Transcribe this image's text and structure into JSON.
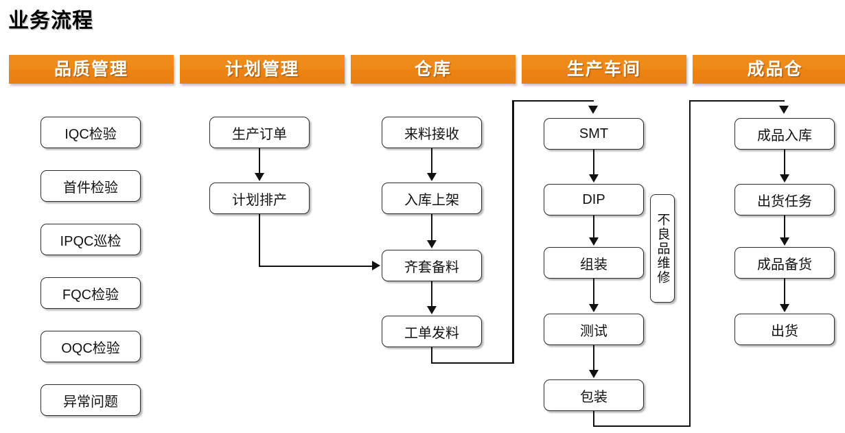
{
  "page": {
    "title": "业务流程"
  },
  "columns": [
    {
      "id": "quality",
      "header": "品质管理",
      "nodes": [
        {
          "label": "IQC检验"
        },
        {
          "label": "首件检验"
        },
        {
          "label": "IPQC巡检"
        },
        {
          "label": "FQC检验"
        },
        {
          "label": "OQC检验"
        },
        {
          "label": "异常问题"
        }
      ]
    },
    {
      "id": "planning",
      "header": "计划管理",
      "nodes": [
        {
          "label": "生产订单"
        },
        {
          "label": "计划排产"
        }
      ]
    },
    {
      "id": "warehouse",
      "header": "仓库",
      "nodes": [
        {
          "label": "来料接收"
        },
        {
          "label": "入库上架"
        },
        {
          "label": "齐套备料"
        },
        {
          "label": "工单发料"
        }
      ]
    },
    {
      "id": "production",
      "header": "生产车间",
      "nodes": [
        {
          "label": "SMT"
        },
        {
          "label": "DIP"
        },
        {
          "label": "组装"
        },
        {
          "label": "测试"
        },
        {
          "label": "包装"
        },
        {
          "label": "不良品维修"
        }
      ]
    },
    {
      "id": "finished-goods",
      "header": "成品仓",
      "nodes": [
        {
          "label": "成品入库"
        },
        {
          "label": "出货任务"
        },
        {
          "label": "成品备货"
        },
        {
          "label": "出货"
        }
      ]
    }
  ],
  "colors": {
    "header_orange": "#ee8a18",
    "node_border": "#2b2b2b",
    "connector": "#111111",
    "title_text": "#000000",
    "header_text": "#ffffff"
  }
}
